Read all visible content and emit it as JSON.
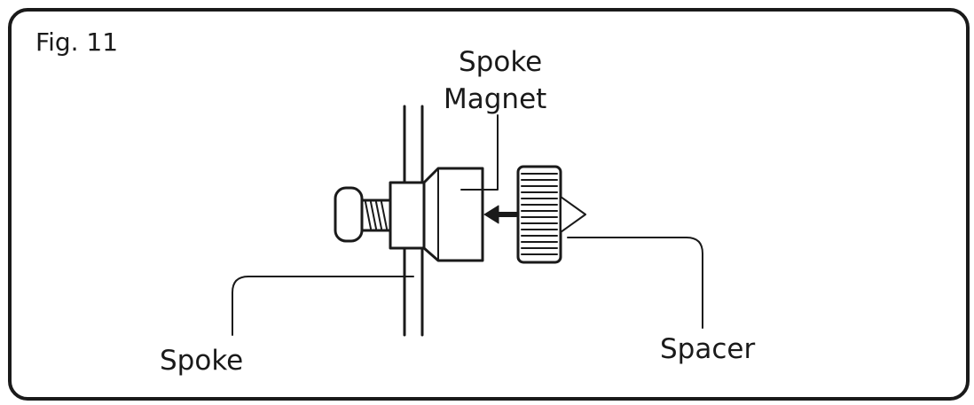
{
  "figure": {
    "label": "Fig. 11"
  },
  "labels": {
    "spoke_magnet_line1": "Spoke",
    "spoke_magnet_line2": "Magnet",
    "spoke": "Spoke",
    "spacer": "Spacer"
  },
  "colors": {
    "line": "#1a1a1a",
    "background": "#ffffff"
  },
  "icons": {
    "direction_arrow": "arrow-left-icon"
  }
}
